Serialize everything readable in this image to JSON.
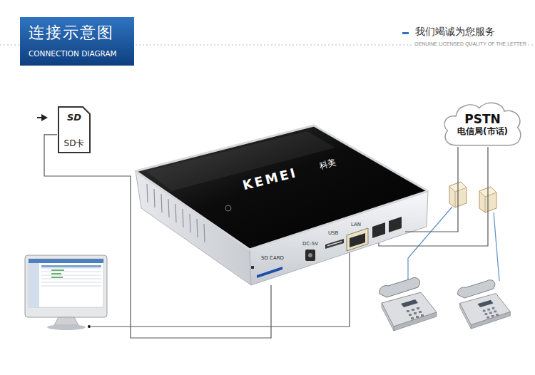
{
  "diagram": {
    "title": "连接示意图",
    "nodes": [
      {
        "text": [
          "SD",
          "SD卡"
        ]
      },
      {
        "text": [
          "PSTN",
          "电信局(市话)"
        ]
      },
      {
        "text": [
          "SD CARD",
          "DC-5V",
          "USB",
          "LAN"
        ]
      }
    ],
    "edges": [
      {
        "from": 0,
        "to": 2,
        "arrow": "none"
      },
      {
        "from": 1,
        "to": 2,
        "arrow": "none"
      },
      {
        "from": 1,
        "to": 2,
        "arrow": "none"
      }
    ],
    "labels": [
      "CONNECTION DIAGRAM",
      "我们竭诚为您服务",
      "GENUINE LICENSED QUALITY OF THE LETTER",
      "KEMEI",
      "科美"
    ]
  }
}
